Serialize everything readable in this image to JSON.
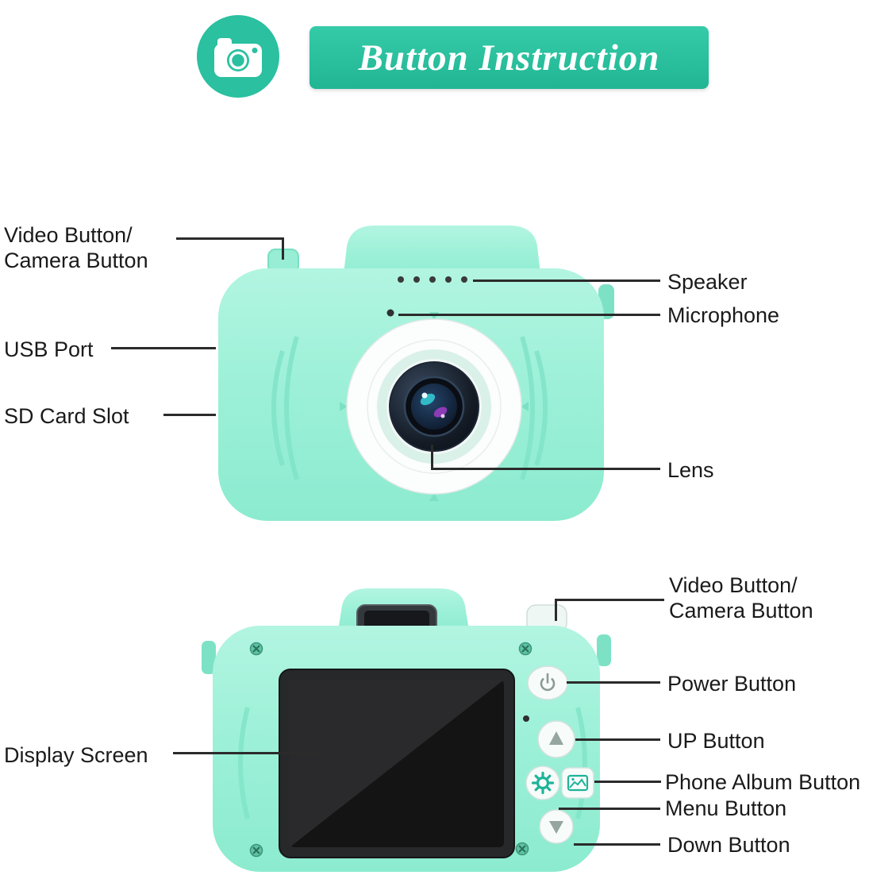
{
  "colors": {
    "accent_teal": "#2ac0a0",
    "camera_mint": "#9bf0d7",
    "screen_dark": "#141414",
    "label_text": "#1a1a1a"
  },
  "header": {
    "title": "Button Instruction",
    "badge_icon": "camera-icon"
  },
  "front_view": {
    "labels": {
      "video_camera_button": {
        "line1": "Video Button/",
        "line2": "Camera Button"
      },
      "usb_port": "USB Port",
      "sd_card_slot": "SD Card Slot",
      "speaker": "Speaker",
      "microphone": "Microphone",
      "lens": "Lens"
    }
  },
  "back_view": {
    "labels": {
      "video_camera_button": {
        "line1": "Video Button/",
        "line2": "Camera Button"
      },
      "power_button": "Power Button",
      "up_button": "UP Button",
      "phone_album_button": "Phone Album Button",
      "menu_button": "Menu Button",
      "down_button": "Down Button",
      "display_screen": "Display Screen"
    }
  }
}
